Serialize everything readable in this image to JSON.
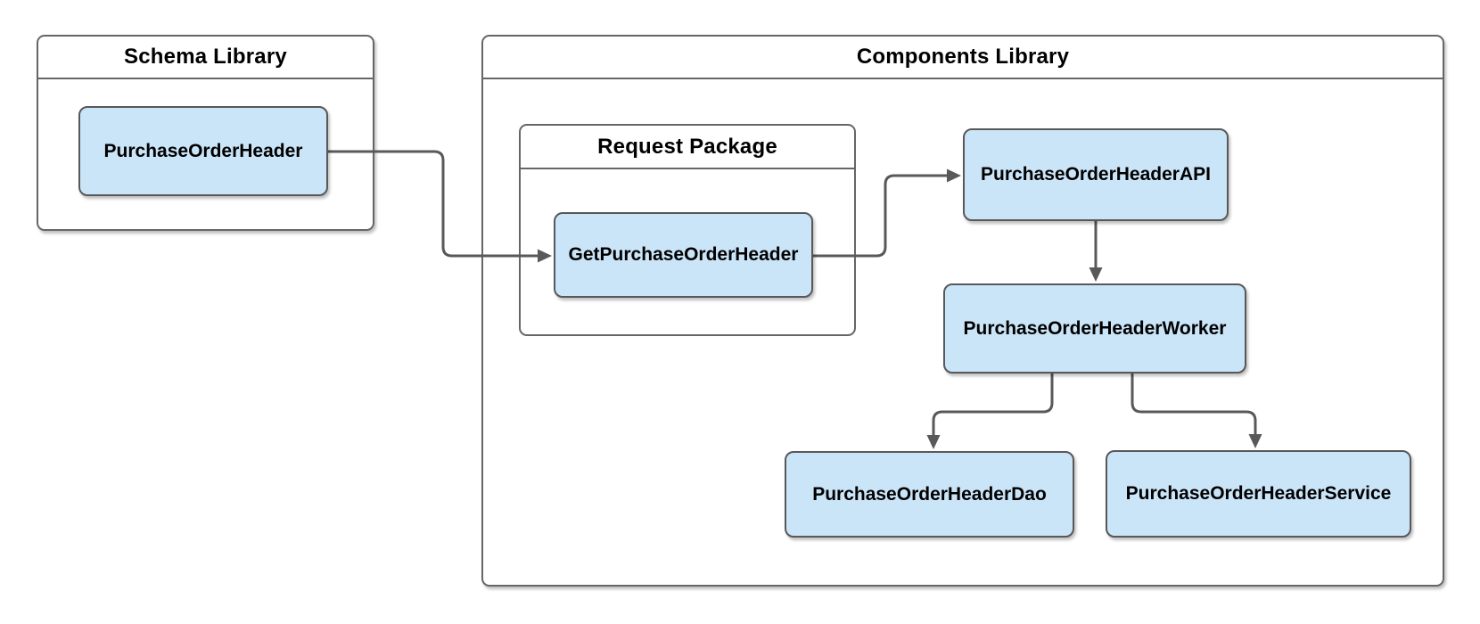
{
  "diagram": {
    "containers": {
      "schema_library": {
        "title": "Schema Library"
      },
      "components_library": {
        "title": "Components Library"
      },
      "request_package": {
        "title": "Request Package"
      }
    },
    "nodes": {
      "purchase_order_header": {
        "label": "PurchaseOrderHeader"
      },
      "get_purchase_order_header": {
        "label": "GetPurchaseOrderHeader"
      },
      "purchase_order_header_api": {
        "label": "PurchaseOrderHeaderAPI"
      },
      "purchase_order_header_worker": {
        "label": "PurchaseOrderHeaderWorker"
      },
      "purchase_order_header_dao": {
        "label": "PurchaseOrderHeaderDao"
      },
      "purchase_order_header_service": {
        "label": "PurchaseOrderHeaderService"
      }
    },
    "edges": [
      {
        "from": "PurchaseOrderHeader",
        "to": "GetPurchaseOrderHeader"
      },
      {
        "from": "GetPurchaseOrderHeader",
        "to": "PurchaseOrderHeaderAPI"
      },
      {
        "from": "PurchaseOrderHeaderAPI",
        "to": "PurchaseOrderHeaderWorker"
      },
      {
        "from": "PurchaseOrderHeaderWorker",
        "to": "PurchaseOrderHeaderDao"
      },
      {
        "from": "PurchaseOrderHeaderWorker",
        "to": "PurchaseOrderHeaderService"
      }
    ],
    "colors": {
      "node_fill": "#cbe5f8",
      "node_border": "#58585b",
      "container_border": "#666666",
      "connector": "#595959",
      "text": "#000000",
      "background": "#ffffff"
    }
  }
}
